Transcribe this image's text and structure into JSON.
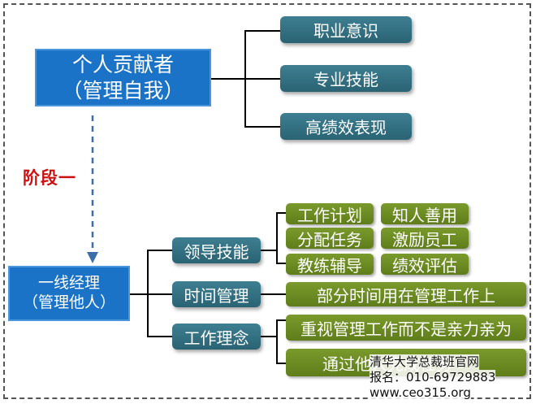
{
  "top_box": {
    "line1": "个人贡献者",
    "line2": "（管理自我）"
  },
  "top_branches": [
    "职业意识",
    "专业技能",
    "高绩效表现"
  ],
  "stage_label": "阶段一",
  "bottom_box": {
    "line1": "一线经理",
    "line2": "（管理他人）"
  },
  "categories": {
    "leadership": {
      "label": "领导技能",
      "items": [
        "工作计划",
        "知人善用",
        "分配任务",
        "激励员工",
        "教练辅导",
        "绩效评估"
      ]
    },
    "time": {
      "label": "时间管理",
      "items": [
        "部分时间用在管理工作上"
      ]
    },
    "philosophy": {
      "label": "工作理念",
      "items": [
        "重视管理工作而不是亲力亲为",
        "通过他人完成任务"
      ]
    }
  },
  "watermark": {
    "line1": "清华大学总裁班官网",
    "line2": "报名：010-69729883",
    "line3": "www.ceo315.org"
  },
  "colors": {
    "teal": "#2f6e80",
    "blue": "#1a73c7",
    "green": "#6b8a22",
    "red": "#cc1111",
    "arrow": "#3b6fa8"
  }
}
